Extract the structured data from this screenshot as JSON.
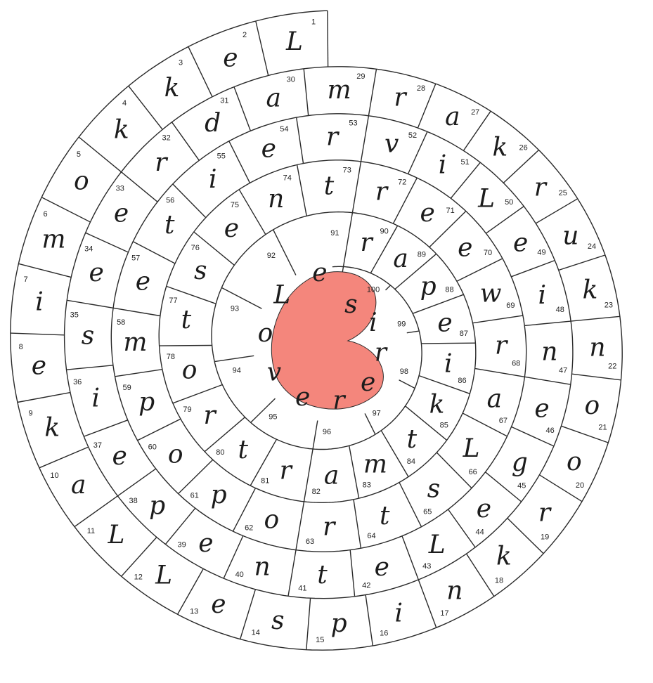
{
  "puzzle": {
    "letters": [
      "L",
      "e",
      "k",
      "k",
      "o",
      "m",
      "i",
      "e",
      "k",
      "a",
      "L",
      "L",
      "e",
      "s",
      "p",
      "i",
      "n",
      "k",
      "r",
      "o",
      "o",
      "n",
      "k",
      "u",
      "r",
      "k",
      "a",
      "r",
      "m",
      "a",
      "d",
      "r",
      "e",
      "e",
      "s",
      "i",
      "e",
      "p",
      "e",
      "n",
      "t",
      "e",
      "L",
      "e",
      "g",
      "e",
      "n",
      "i",
      "e",
      "L",
      "i",
      "v",
      "r",
      "e",
      "i",
      "t",
      "e",
      "m",
      "p",
      "o",
      "p",
      "o",
      "r",
      "t",
      "s",
      "L",
      "a",
      "r",
      "w",
      "e",
      "e",
      "r",
      "t",
      "n",
      "e",
      "s",
      "t",
      "o",
      "r",
      "t",
      "r",
      "a",
      "m",
      "t",
      "k",
      "i",
      "e",
      "p",
      "a",
      "r",
      "e",
      "L",
      "o",
      "v",
      "e",
      "r",
      "e",
      "r",
      "i",
      "s"
    ],
    "colors": {
      "snail": "#f4867c",
      "lines": "#2a2a2a",
      "paper": "#ffffff"
    }
  }
}
